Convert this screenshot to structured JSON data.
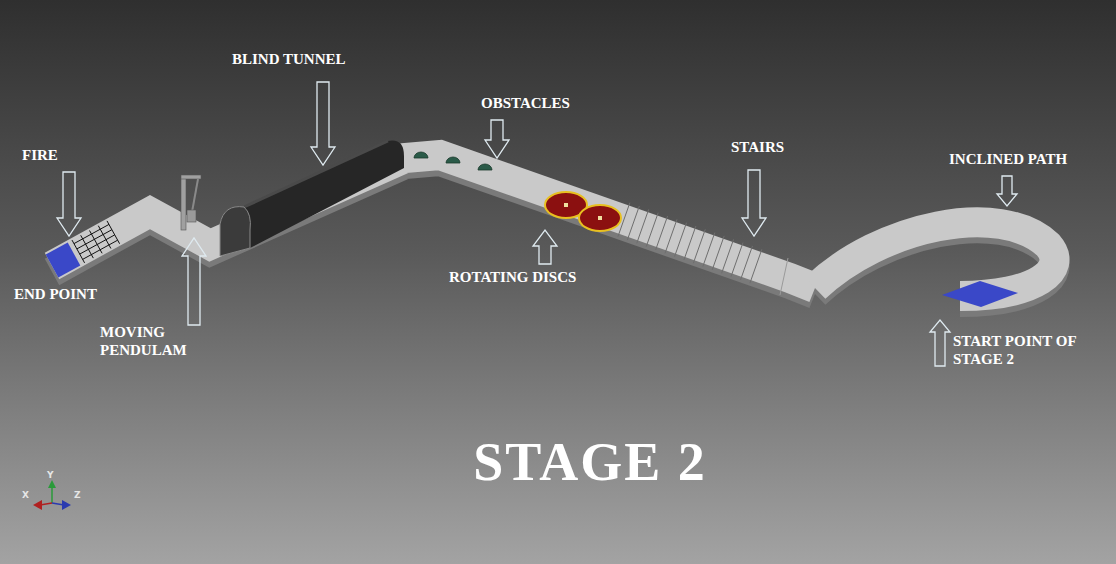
{
  "diagram": {
    "title": "STAGE 2",
    "labels": [
      "BLIND TUNNEL",
      "FIRE",
      "OBSTACLES",
      "STAIRS",
      "INCLINED PATH",
      "END POINT",
      "MOVING PENDULAM",
      "ROTATING DISCS",
      "START POINT OF STAGE 2",
      "X",
      "Y",
      "Z"
    ]
  }
}
